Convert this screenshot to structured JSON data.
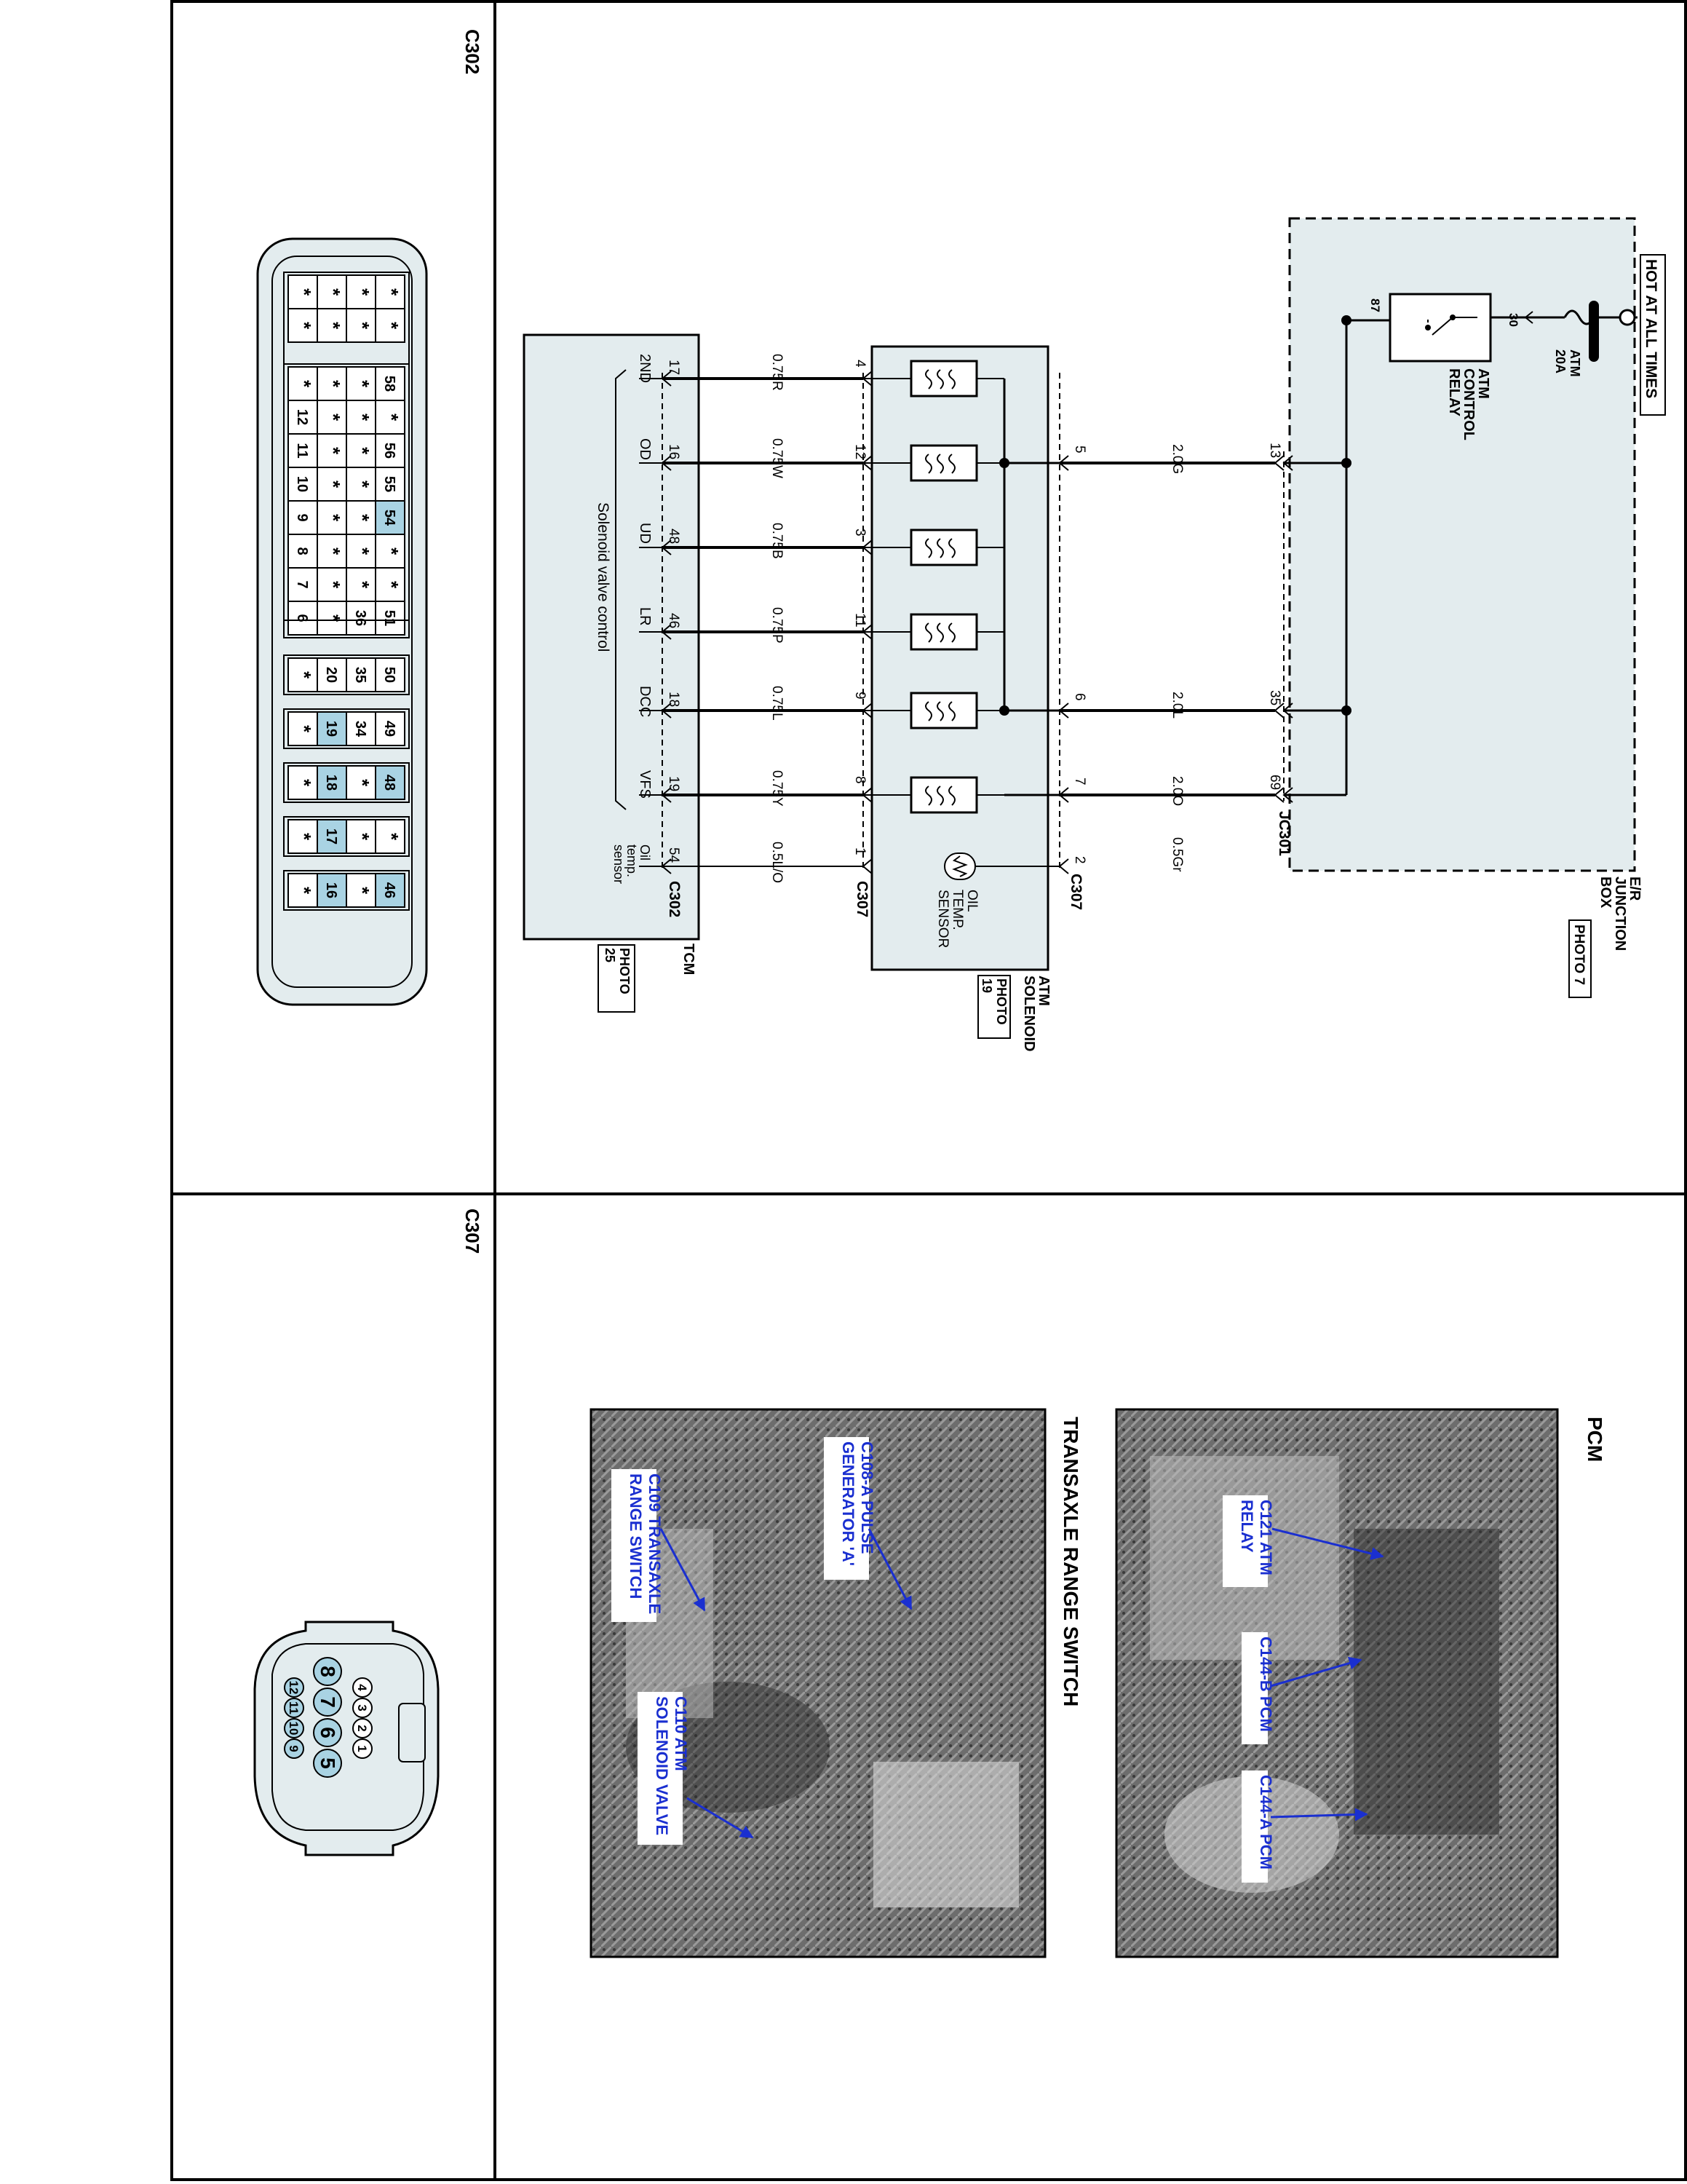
{
  "colors": {
    "line": "#000000",
    "box_fill": "#e3ecee",
    "pin_highlight": "#a9d3e3",
    "photo_label_blue": "#1a2fd0",
    "photo_label_bg": "#ffffff"
  },
  "connector_panels": {
    "c302_title": "C302",
    "c307_title": "C307"
  },
  "c302_connector": {
    "rows": [
      [
        "*",
        "*",
        "*",
        "*"
      ],
      [
        "*",
        "*",
        "*",
        "*"
      ],
      [
        "*",
        "*",
        "*",
        "58"
      ],
      [
        "12",
        "*",
        "*",
        "*"
      ],
      [
        "11",
        "*",
        "*",
        "56"
      ],
      [
        "10",
        "*",
        "*",
        "55"
      ],
      [
        "9",
        "*",
        "*",
        "54"
      ],
      [
        "8",
        "*",
        "*",
        "*"
      ],
      [
        "7",
        "*",
        "*",
        "*"
      ],
      [
        "6",
        "*",
        "36",
        "51"
      ],
      [
        "*",
        "20",
        "35",
        "50"
      ],
      [
        "*",
        "19",
        "34",
        "49"
      ],
      [
        "*",
        "18",
        "*",
        "48"
      ],
      [
        "*",
        "17",
        "*",
        "*"
      ],
      [
        "*",
        "16",
        "*",
        "46"
      ]
    ],
    "highlighted": [
      "54",
      "19",
      "18",
      "48",
      "17",
      "16",
      "46"
    ]
  },
  "c307_connector": {
    "pins": [
      "4",
      "3",
      "2",
      "1",
      "8",
      "7",
      "6",
      "5",
      "12",
      "11",
      "10",
      "9"
    ],
    "highlighted": [
      "8",
      "7",
      "6",
      "5",
      "12",
      "11",
      "10",
      "9"
    ]
  },
  "schematic": {
    "hot_label": "HOT AT ALL TIMES",
    "fuse_label": "ATM",
    "fuse_rating": "20A",
    "relay_label_lines": [
      "ATM",
      "CONTROL",
      "RELAY"
    ],
    "relay_pin_30": "30",
    "relay_pin_87": "87",
    "junction_box_lines": [
      "E/R",
      "JUNCTION",
      "BOX"
    ],
    "junction_box_photo": "PHOTO 7",
    "jc_connector": "JC301",
    "solenoid_box_lines": [
      "ATM",
      "SOLENOID"
    ],
    "solenoid_box_photo_lines": [
      "PHOTO",
      "19"
    ],
    "tcm_label": "TCM",
    "tcm_photo_lines": [
      "PHOTO",
      "25"
    ],
    "tcm_caption": "Solenoid valve control",
    "c307_label": "C307",
    "c302_label": "C302",
    "oil_sensor_lines": [
      "OIL",
      "TEMP.",
      "SENSOR"
    ],
    "oil_sensor_tcm_lines": [
      "Oil",
      "temp.",
      "sensor"
    ],
    "power_wires": [
      {
        "jb_pin": "13",
        "color": "2.0G",
        "c307_pin": "5"
      },
      {
        "jb_pin": "35",
        "color": "2.0L",
        "c307_pin": "6"
      },
      {
        "jb_pin": "69",
        "color": "2.0O",
        "c307_pin": "7"
      }
    ],
    "sensor_return_wire": {
      "color": "0.5Gr",
      "c307_pin": "2"
    },
    "signal_wires": [
      {
        "c307_pin": "4",
        "color": "0.75R",
        "c302_pin": "17",
        "signal": "2ND"
      },
      {
        "c307_pin": "12",
        "color": "0.75W",
        "c302_pin": "16",
        "signal": "OD"
      },
      {
        "c307_pin": "3",
        "color": "0.75B",
        "c302_pin": "48",
        "signal": "UD"
      },
      {
        "c307_pin": "11",
        "color": "0.75P",
        "c302_pin": "46",
        "signal": "LR"
      },
      {
        "c307_pin": "9",
        "color": "0.75L",
        "c302_pin": "18",
        "signal": "DCC"
      },
      {
        "c307_pin": "8",
        "color": "0.75Y",
        "c302_pin": "19",
        "signal": "VFS"
      },
      {
        "c307_pin": "1",
        "color": "0.5L/O",
        "c302_pin": "54",
        "signal": ""
      }
    ]
  },
  "photos": {
    "pcm_title": "PCM",
    "pcm_labels": [
      {
        "lines": [
          "C121 ATM",
          "RELAY"
        ]
      },
      {
        "lines": [
          "C144-B PCM"
        ]
      },
      {
        "lines": [
          "C144-A PCM"
        ]
      }
    ],
    "trs_title": "TRANSAXLE RANGE SWITCH",
    "trs_labels": [
      {
        "lines": [
          "C108-A PULSE",
          "GENERATOR 'A'"
        ]
      },
      {
        "lines": [
          "C109 TRANSAXLE",
          "RANGE SWITCH"
        ]
      },
      {
        "lines": [
          "C110 ATM",
          "SOLENOID VALVE"
        ]
      }
    ]
  }
}
